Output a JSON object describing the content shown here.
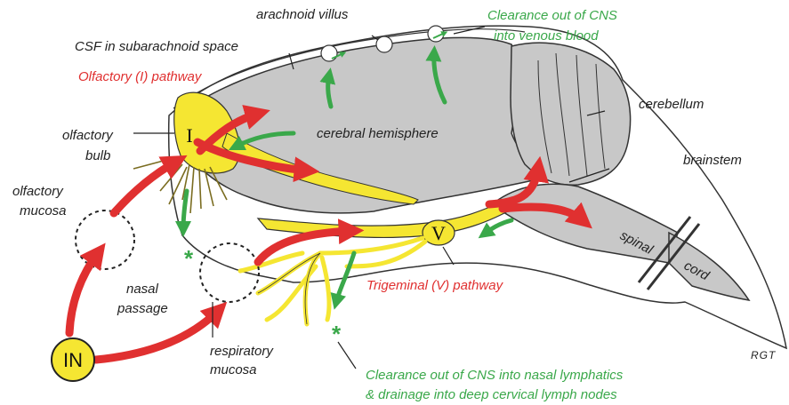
{
  "labels": {
    "arachnoid_villus": "arachnoid villus",
    "clearance_venous_1": "Clearance out of CNS",
    "clearance_venous_2": "into venous blood",
    "csf": "CSF in subarachnoid space",
    "olfactory_pathway": "Olfactory (I) pathway",
    "olfactory_bulb_1": "olfactory",
    "olfactory_bulb_2": "bulb",
    "cerebral_hemisphere": "cerebral hemisphere",
    "cerebellum": "cerebellum",
    "brainstem": "brainstem",
    "olfactory_mucosa_1": "olfactory",
    "olfactory_mucosa_2": "mucosa",
    "spinal": "spinal",
    "cord": "cord",
    "nasal_passage_1": "nasal",
    "nasal_passage_2": "passage",
    "trigeminal_pathway": "Trigeminal (V) pathway",
    "respiratory_mucosa_1": "respiratory",
    "respiratory_mucosa_2": "mucosa",
    "clearance_lymph_1": "Clearance out of CNS into nasal lymphatics",
    "clearance_lymph_2": "& drainage into deep cervical lymph nodes",
    "nerve_I": "I",
    "nerve_V": "V",
    "input": "IN",
    "asterisk": "*",
    "signature": "RGT"
  },
  "colors": {
    "red": "#e03030",
    "green": "#3aa84a",
    "yellow": "#f5e632",
    "gray": "#c8c8c8",
    "outline": "#333333"
  }
}
